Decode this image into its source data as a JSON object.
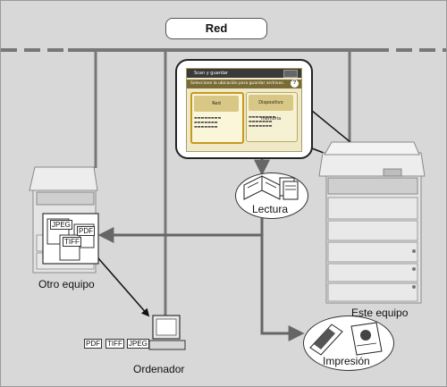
{
  "labels": {
    "network": "Red",
    "reading": "Lectura",
    "other_device": "Otro equipo",
    "this_device": "Este equipo",
    "computer": "Ordenador",
    "printing": "Impresión"
  },
  "file_formats": [
    "JPEG",
    "PDF",
    "TIFF"
  ],
  "file_formats_pc": [
    "PDF",
    "TIFF",
    "JPEG"
  ],
  "screen": {
    "title": "Scan y guardar",
    "subtitle": "Seleccione la ubicación para guardar archivos.",
    "button_left": "Red",
    "button_right": "Dispositivo memoria"
  },
  "colors": {
    "background": "#d8d8d8",
    "line": "#777777",
    "device_body": "#e6e6e6"
  }
}
